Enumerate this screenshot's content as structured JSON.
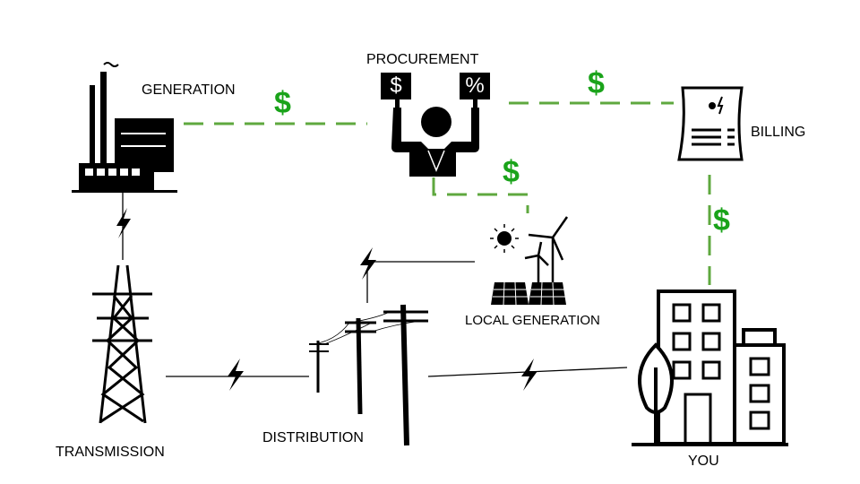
{
  "nodes": {
    "generation": "GENERATION",
    "procurement": "PROCUREMENT",
    "billing": "BILLING",
    "local_generation": "LOCAL GENERATION",
    "transmission": "TRANSMISSION",
    "distribution": "DISTRIBUTION",
    "you": "YOU"
  },
  "procurement_signs": {
    "left": "$",
    "right": "%"
  },
  "payment_symbol": "$",
  "colors": {
    "payment": "#1aa31a",
    "payment_line": "#5fa83f",
    "power_line": "#000000"
  }
}
